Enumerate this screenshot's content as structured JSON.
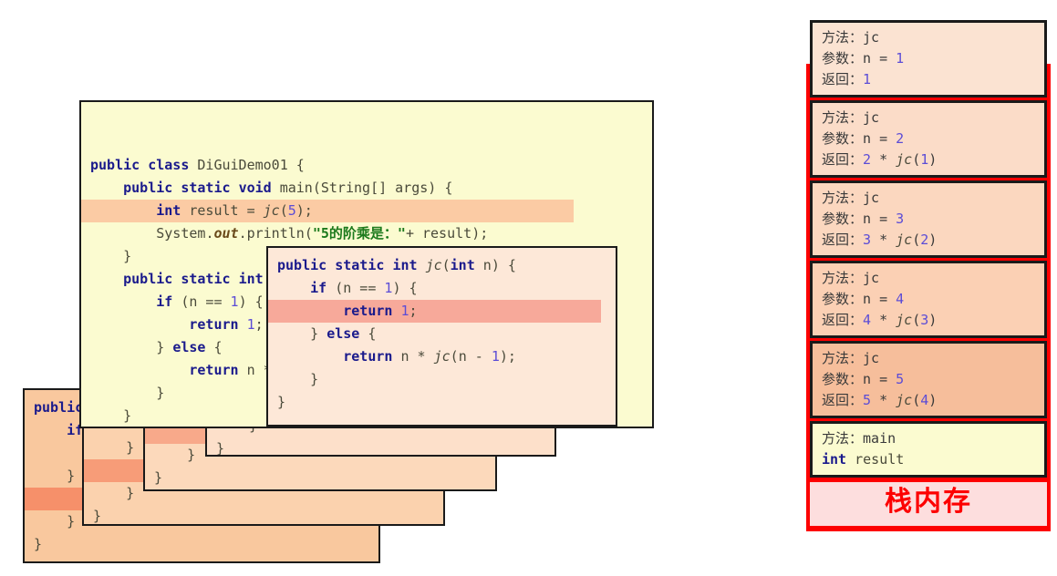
{
  "main_card": {
    "name": "main-source-card",
    "bg": "#fbfbd0",
    "highlight_bg": "#fbcba4",
    "lines": [
      {
        "id": "l1",
        "text": "public class DiGuiDemo01 {",
        "highlight": false
      },
      {
        "id": "l2",
        "text": "    public static void main(String[] args) {",
        "highlight": false
      },
      {
        "id": "l3",
        "text": "        int result = jc(5);",
        "highlight": true
      },
      {
        "id": "l4",
        "text": "        System.out.println(\"5的阶乘是：\"+ result);",
        "highlight": false
      },
      {
        "id": "l5",
        "text": "    }",
        "highlight": false
      },
      {
        "id": "l6",
        "text": "    public static int jc(int n) {",
        "highlight": false
      },
      {
        "id": "l7",
        "text": "        if (n == 1) {",
        "highlight": false
      },
      {
        "id": "l8",
        "text": "            return 1;",
        "highlight": false
      },
      {
        "id": "l9",
        "text": "        } else {",
        "highlight": false
      },
      {
        "id": "l10",
        "text": "            return n * jc(n - 1);",
        "highlight": false
      },
      {
        "id": "l11",
        "text": "        }",
        "highlight": false
      },
      {
        "id": "l12",
        "text": "    }",
        "highlight": false
      },
      {
        "id": "l13",
        "text": "}",
        "highlight": false
      }
    ]
  },
  "recursion_cards": [
    {
      "id": "card-n5",
      "label": "recursion-card-depth-1",
      "bg": "#f9c89e",
      "highlight_bg": "#f6906a",
      "lines": [
        "public static int jc(int n) {",
        "    if (n == 1) {",
        "        return 1;",
        "    } else {",
        "        return n * jc(n - 1);",
        "    }",
        "}"
      ],
      "highlight_index": 4
    },
    {
      "id": "card-n4",
      "label": "recursion-card-depth-2",
      "bg": "#fbd2ae",
      "highlight_bg": "#f79c78",
      "lines": [
        "public static int jc(int n) {",
        "    if (n == 1) {",
        "        return 1;",
        "    } else {",
        "        return n * jc(n - 1);",
        "    }",
        "}"
      ],
      "highlight_index": 4
    },
    {
      "id": "card-n3",
      "label": "recursion-card-depth-3",
      "bg": "#fcd9bb",
      "highlight_bg": "#f8a98a",
      "lines": [
        "public static int jc(int n) {",
        "    if (n == 1) {",
        "        return 1;",
        "    } else {",
        "        return n * jc(n - 1);",
        "    }",
        "}"
      ],
      "highlight_index": 4
    },
    {
      "id": "card-n2",
      "label": "recursion-card-depth-4",
      "bg": "#fde0ca",
      "highlight_bg": "#f9b397",
      "lines": [
        "public static int jc(int n) {",
        "    if (n == 1) {",
        "        return 1;",
        "    } else {",
        "        return n * jc(n - 1);",
        "    }",
        "}"
      ],
      "highlight_index": 4
    },
    {
      "id": "card-n1",
      "label": "recursion-card-depth-5-top",
      "bg": "#fde8d8",
      "highlight_bg": "#f7a99a",
      "lines": [
        "public static int jc(int n) {",
        "    if (n == 1) {",
        "        return 1;",
        "    } else {",
        "        return n * jc(n - 1);",
        "    }",
        "}"
      ],
      "highlight_index": 2
    }
  ],
  "stack": {
    "title": "栈内存",
    "title_color": "#fd0000",
    "border_color": "#fd0000",
    "frames": [
      {
        "id": "frame-jc-1",
        "bg": "#fbe3d2",
        "rows": [
          {
            "label": "方法：",
            "value": "jc",
            "value_class": "pl"
          },
          {
            "label": "参数：",
            "value": "n = 1",
            "value_class": "num-mixed"
          },
          {
            "label": "返回：",
            "value": "1",
            "value_class": "num"
          }
        ]
      },
      {
        "id": "frame-jc-2",
        "bg": "#fbdcc8",
        "rows": [
          {
            "label": "方法：",
            "value": "jc",
            "value_class": "pl"
          },
          {
            "label": "参数：",
            "value": "n = 2",
            "value_class": "num-mixed"
          },
          {
            "label": "返回：",
            "value": "2 * jc(1)",
            "value_class": "expr"
          }
        ]
      },
      {
        "id": "frame-jc-3",
        "bg": "#fbd7bf",
        "rows": [
          {
            "label": "方法：",
            "value": "jc",
            "value_class": "pl"
          },
          {
            "label": "参数：",
            "value": "n = 3",
            "value_class": "num-mixed"
          },
          {
            "label": "返回：",
            "value": "3 * jc(2)",
            "value_class": "expr"
          }
        ]
      },
      {
        "id": "frame-jc-4",
        "bg": "#fbd0b4",
        "rows": [
          {
            "label": "方法：",
            "value": "jc",
            "value_class": "pl"
          },
          {
            "label": "参数：",
            "value": "n = 4",
            "value_class": "num-mixed"
          },
          {
            "label": "返回：",
            "value": "4 * jc(3)",
            "value_class": "expr"
          }
        ]
      },
      {
        "id": "frame-jc-5",
        "bg": "#f6be9b",
        "rows": [
          {
            "label": "方法：",
            "value": "jc",
            "value_class": "pl"
          },
          {
            "label": "参数：",
            "value": "n = 5",
            "value_class": "num-mixed"
          },
          {
            "label": "返回：",
            "value": "5 * jc(4)",
            "value_class": "expr"
          }
        ]
      },
      {
        "id": "frame-main",
        "bg": "#fbfbd0",
        "rows": [
          {
            "label": "方法：",
            "value": "main",
            "value_class": "pl"
          },
          {
            "label": "",
            "value": "int result",
            "value_class": "kwline"
          }
        ]
      }
    ]
  }
}
